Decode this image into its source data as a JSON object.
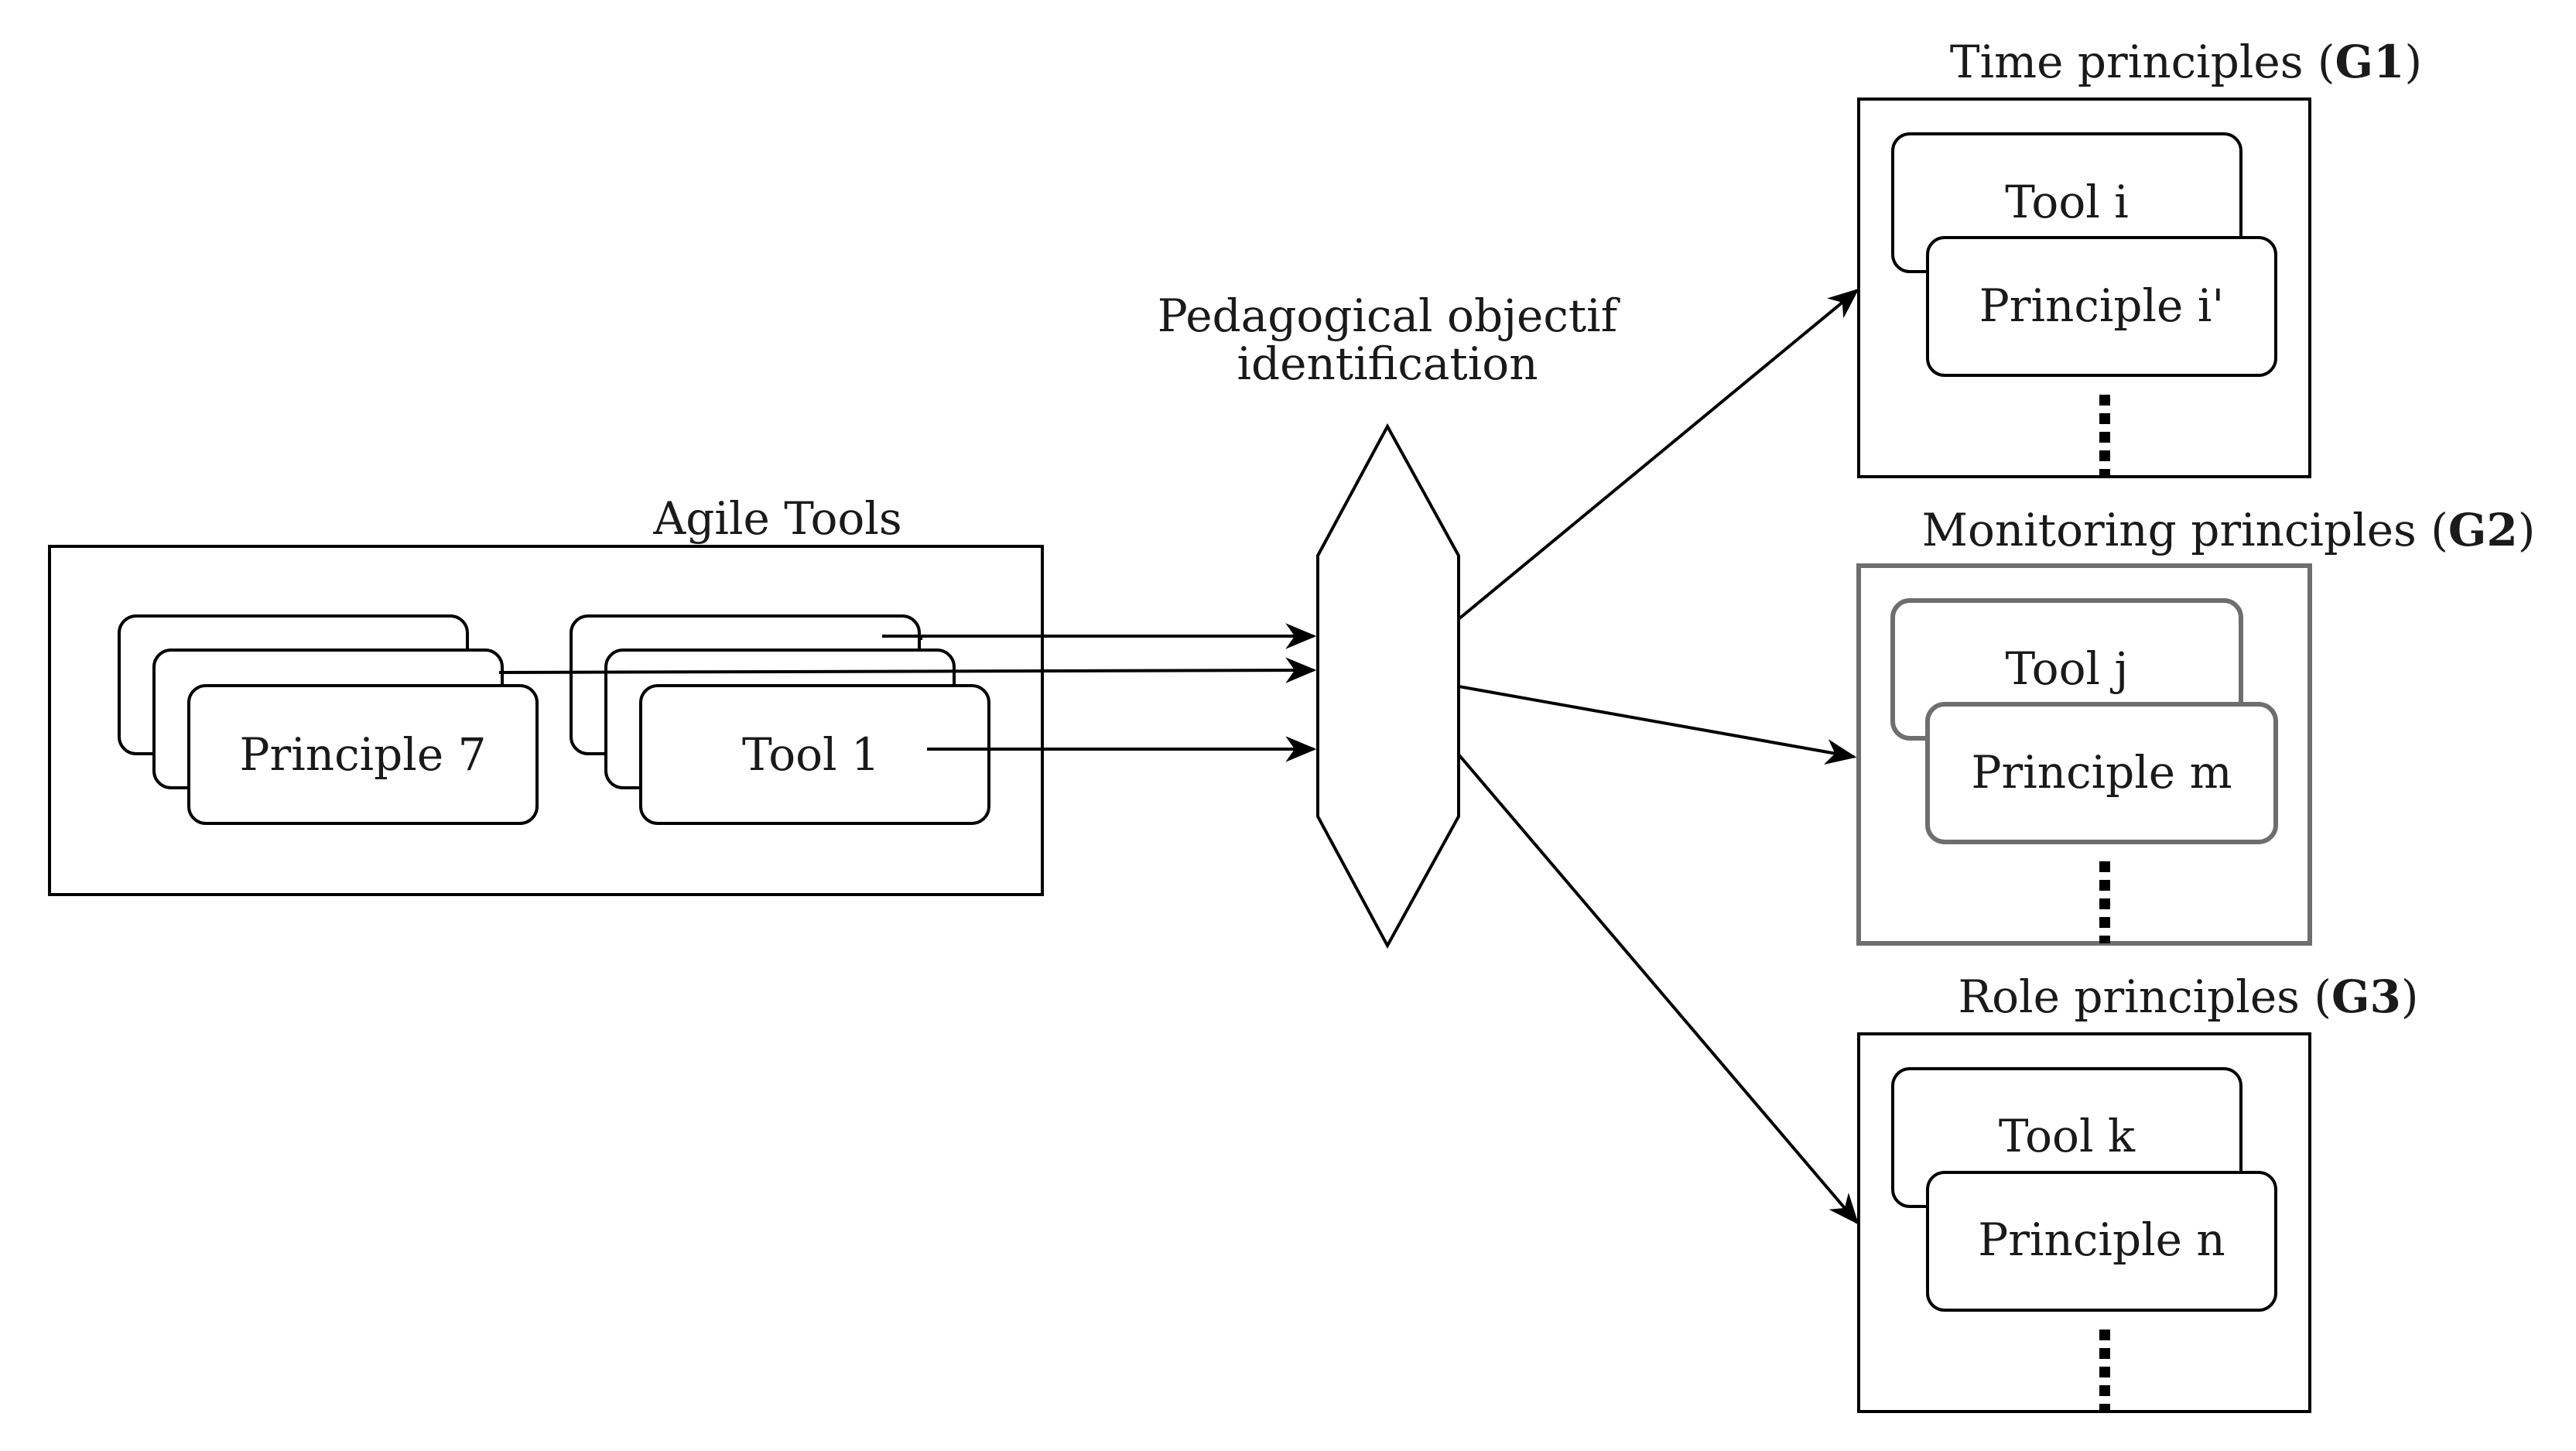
{
  "agile_tools": {
    "title": "Agile Tools",
    "principle_card": "Principle 7",
    "tool_card": "Tool 1"
  },
  "objective": {
    "line1": "Pedagogical objectif",
    "line2": "identification"
  },
  "groups": [
    {
      "title": "Time principles (",
      "code": "G1",
      "close": ")",
      "tool": "Tool i",
      "principle": "Principle i'"
    },
    {
      "title": "Monitoring principles (",
      "code": "G2",
      "close": ")",
      "tool": "Tool j",
      "principle": "Principle m"
    },
    {
      "title": "Role principles (",
      "code": "G3",
      "close": ")",
      "tool": "Tool k",
      "principle": "Principle n"
    }
  ]
}
